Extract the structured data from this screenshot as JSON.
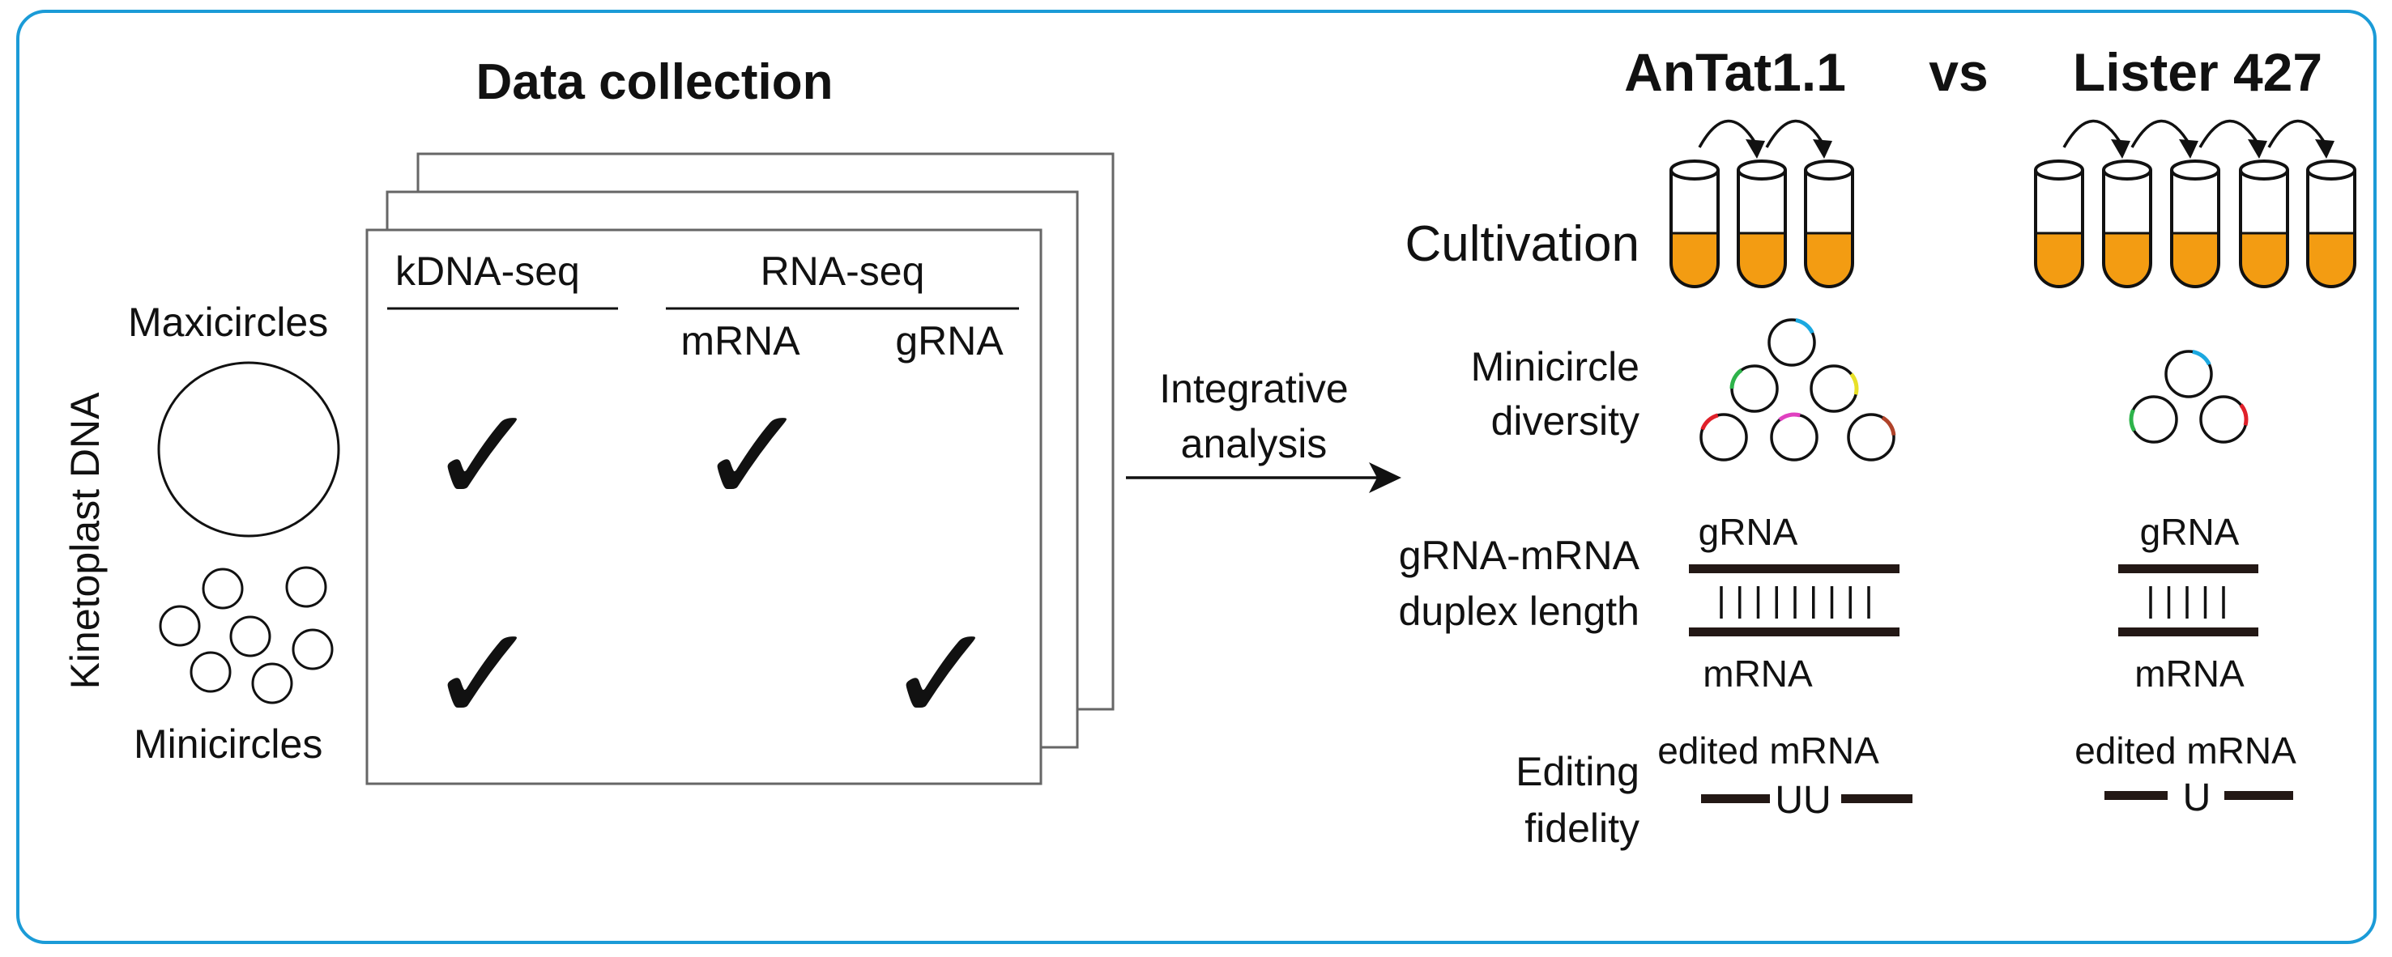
{
  "data_collection": {
    "title": "Data collection",
    "axis_label": "Kinetoplast DNA",
    "maxicircles_label": "Maxicircles",
    "minicircles_label": "Minicircles",
    "col_kdna": "kDNA-seq",
    "col_rnaseq": "RNA-seq",
    "col_mrna": "mRNA",
    "col_grna": "gRNA",
    "check_glyph": "✓"
  },
  "arrow_label": {
    "line1": "Integrative",
    "line2": "analysis"
  },
  "comparison": {
    "strain_a": "AnTat1.1",
    "vs": "vs",
    "strain_b": "Lister 427",
    "tube_fill_color": "#f39c12",
    "border_color": "#1b9bd7"
  },
  "rows": {
    "cultivation": "Cultivation",
    "minicircle_line1": "Minicircle",
    "minicircle_line2": "diversity",
    "duplex_line1": "gRNA-mRNA",
    "duplex_line2": "duplex length",
    "editing_line1": "Editing",
    "editing_line2": "fidelity"
  },
  "duplex": {
    "grna": "gRNA",
    "mrna": "mRNA"
  },
  "editing": {
    "label": "edited mRNA",
    "antat_insert": "UU",
    "lister_insert": "U"
  },
  "minicircle_marks": {
    "antat": [
      "#1ba8e0",
      "#2db34a",
      "#e8e028",
      "#e0202a",
      "#e040c0",
      "#b0432a"
    ],
    "lister": [
      "#1ba8e0",
      "#2db34a",
      "#e0202a"
    ]
  }
}
